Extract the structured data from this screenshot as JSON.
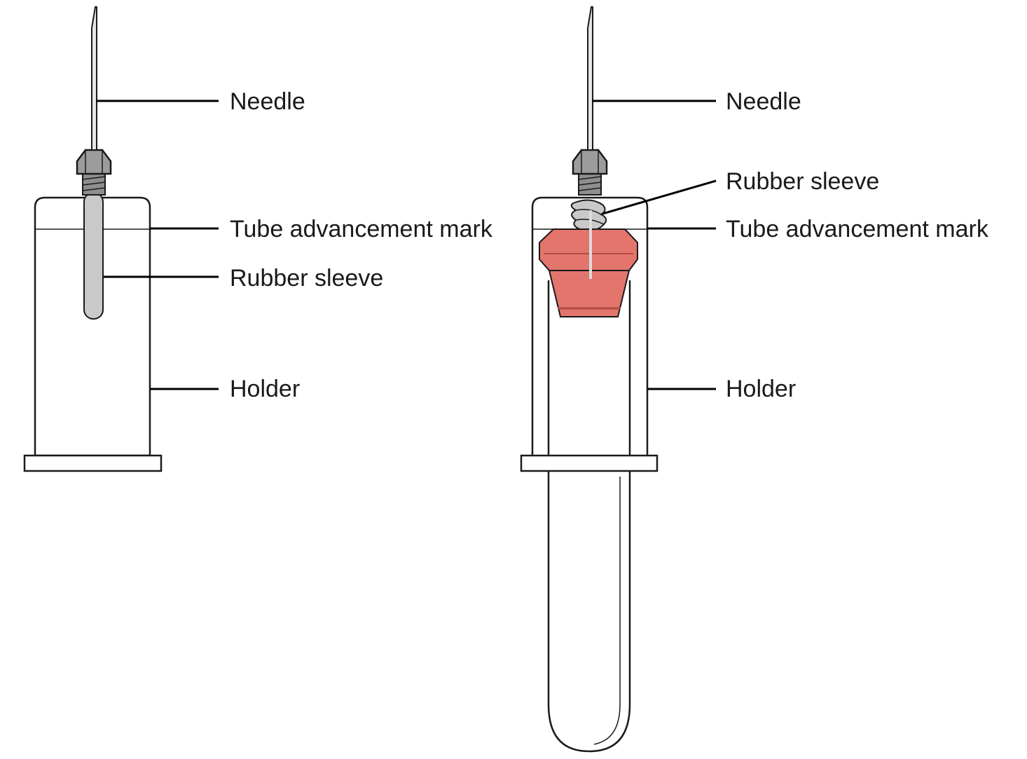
{
  "colors": {
    "stopper": "#e3756d",
    "stopper_dark": "#b24b44",
    "metal": "#9c9c9c",
    "sleeve": "#c9c9c9",
    "line": "#1a1a1a"
  },
  "left_assembly": {
    "labels": {
      "needle": "Needle",
      "tube_advancement_mark": "Tube advancement mark",
      "rubber_sleeve": "Rubber sleeve",
      "holder": "Holder"
    }
  },
  "right_assembly": {
    "labels": {
      "needle": "Needle",
      "rubber_sleeve": "Rubber sleeve",
      "tube_advancement_mark": "Tube advancement mark",
      "holder": "Holder"
    }
  }
}
